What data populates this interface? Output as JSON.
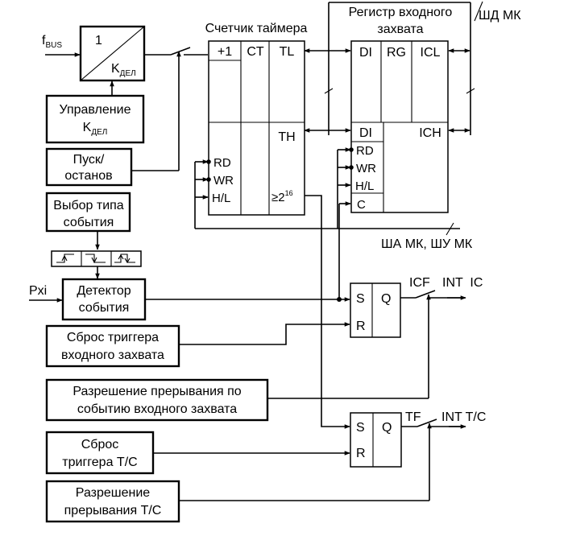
{
  "labels": {
    "fbus_main": "f",
    "fbus_sub": "BUS",
    "prescaler_ratio": "1",
    "prescaler_k_main": "K",
    "prescaler_k_sub": "ДЕЛ",
    "timer_counter_title": "Счетчик таймера",
    "capture_register_title_line1": "Регистр входного",
    "capture_register_title_line2": "захвата",
    "data_bus": "ШД МК",
    "address_control_bus": "ША МК, ШУ МК",
    "pxi_input": "Pxi",
    "icf": "ICF",
    "int_ic": "INT  IC",
    "tf": "TF",
    "int_tc": "INT T/C"
  },
  "timer_counter": {
    "plus_one": "+1",
    "ct": "CT",
    "tl": "TL",
    "th": "TH",
    "rd": "RD",
    "wr": "WR",
    "hl": "H/L",
    "overflow_main": "≥2",
    "overflow_exp": "16"
  },
  "capture_register": {
    "di_top": "DI",
    "rg": "RG",
    "icl": "ICL",
    "di_bottom": "DI",
    "ich": "ICH",
    "rd": "RD",
    "wr": "WR",
    "hl": "H/L",
    "c": "C"
  },
  "blocks": {
    "prescaler_control": {
      "line1": "Управление",
      "line2_main": "K",
      "line2_sub": "ДЕЛ"
    },
    "start_stop": {
      "line1": "Пуск/",
      "line2": "останов"
    },
    "event_type_select": {
      "line1": "Выбор типа",
      "line2": "события"
    },
    "event_detector": {
      "line1": "Детектор",
      "line2": "события"
    },
    "capture_flag_reset": {
      "line1": "Сброс триггера",
      "line2": "входного захвата"
    },
    "capture_interrupt_enable": {
      "line1": "Разрешение прерывания по",
      "line2": "событию входного захвата"
    },
    "tc_flag_reset": {
      "line1": "Сброс",
      "line2": "триггера T/C"
    },
    "tc_interrupt_enable": {
      "line1": "Разрешение",
      "line2": "прерывания T/C"
    }
  },
  "flipflops": {
    "capture": {
      "s": "S",
      "r": "R",
      "q": "Q"
    },
    "overflow": {
      "s": "S",
      "r": "R",
      "q": "Q"
    }
  }
}
